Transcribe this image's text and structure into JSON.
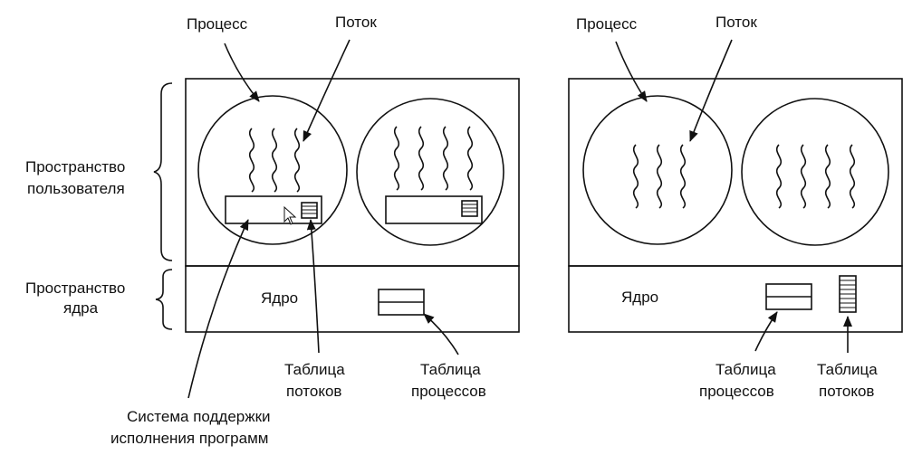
{
  "left_diagram": {
    "process_label": "Процесс",
    "thread_label": "Поток",
    "user_space_label": [
      "Пространство",
      "пользователя"
    ],
    "kernel_space_label": [
      "Пространство",
      "ядра"
    ],
    "kernel_label": "Ядро",
    "thread_table_label": [
      "Таблица",
      "потоков"
    ],
    "process_table_label": [
      "Таблица",
      "процессов"
    ],
    "runtime_system_label": [
      "Система поддержки",
      "исполнения программ"
    ]
  },
  "right_diagram": {
    "process_label": "Процесс",
    "thread_label": "Поток",
    "kernel_label": "Ядро",
    "process_table_label": [
      "Таблица",
      "процессов"
    ],
    "thread_table_label": [
      "Таблица",
      "потоков"
    ]
  },
  "colors": {
    "stroke": "#111111",
    "background": "#ffffff"
  }
}
